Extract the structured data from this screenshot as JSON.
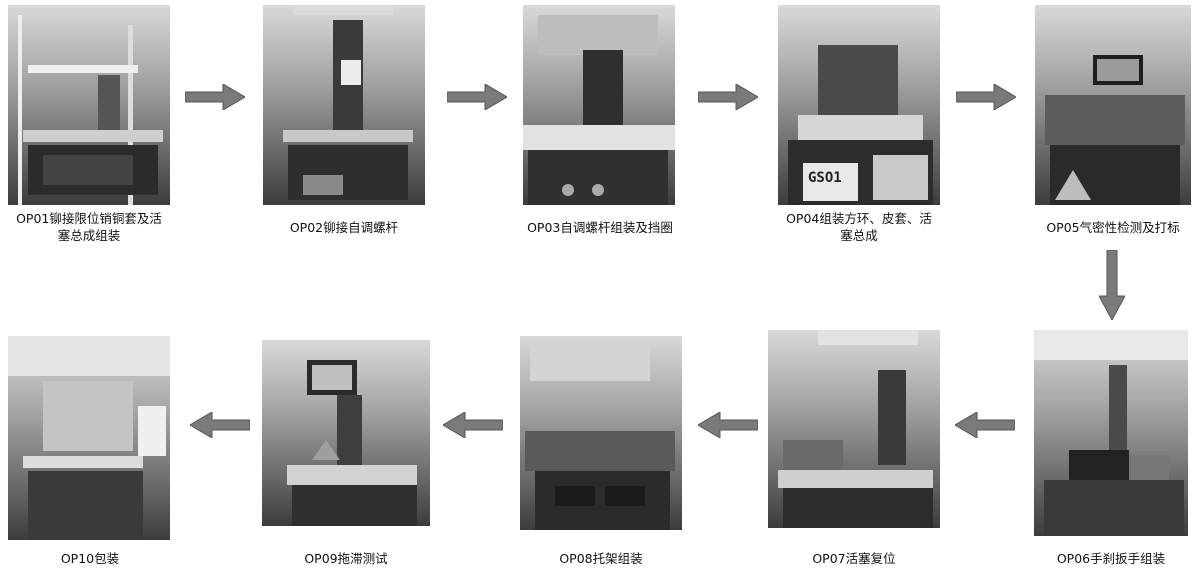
{
  "steps": [
    {
      "id": "OP01",
      "label": "OP01铆接限位销铜套及活\n塞总成组装"
    },
    {
      "id": "OP02",
      "label": "OP02铆接自调螺杆"
    },
    {
      "id": "OP03",
      "label": "OP03自调螺杆组装及挡圈"
    },
    {
      "id": "OP04",
      "label": "OP04组装方环、皮套、活\n塞总成"
    },
    {
      "id": "OP05",
      "label": "OP05气密性检测及打标"
    },
    {
      "id": "OP06",
      "label": "OP06手刹扳手组装"
    },
    {
      "id": "OP07",
      "label": "OP07活塞复位"
    },
    {
      "id": "OP08",
      "label": "OP08托架组装"
    },
    {
      "id": "OP09",
      "label": "OP09拖滞测试"
    },
    {
      "id": "OP10",
      "label": "OP10包装"
    }
  ],
  "photo_texts": {
    "op04_station_sign": "GSO1"
  },
  "colors": {
    "arrow_fill": "#7a7a7a",
    "arrow_stroke": "#555555"
  }
}
